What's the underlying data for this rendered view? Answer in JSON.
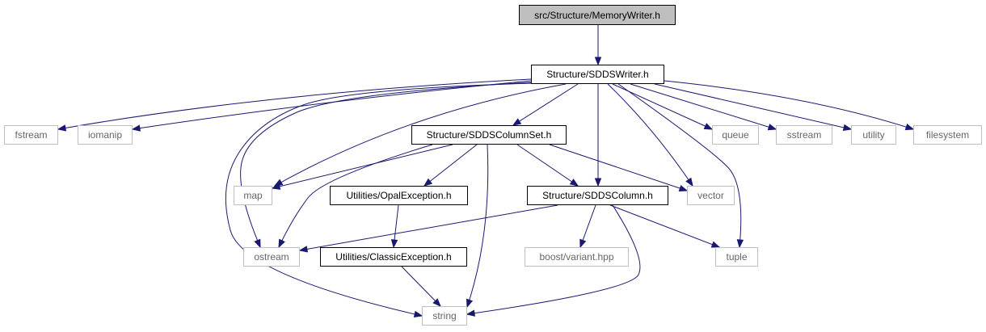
{
  "diagram": {
    "colors": {
      "edge": "#191970",
      "root_fill": "#bfbfbf",
      "internal_border": "#000000",
      "external_border": "#bfbfbf",
      "external_text": "#666666"
    },
    "nodes": [
      {
        "id": "memorywriter",
        "label": "src/Structure/MemoryWriter.h",
        "kind": "root"
      },
      {
        "id": "sddswriter",
        "label": "Structure/SDDSWriter.h",
        "kind": "internal"
      },
      {
        "id": "fstream",
        "label": "fstream",
        "kind": "external"
      },
      {
        "id": "iomanip",
        "label": "iomanip",
        "kind": "external"
      },
      {
        "id": "sddscolumnset",
        "label": "Structure/SDDSColumnSet.h",
        "kind": "internal"
      },
      {
        "id": "queue",
        "label": "queue",
        "kind": "external"
      },
      {
        "id": "sstream",
        "label": "sstream",
        "kind": "external"
      },
      {
        "id": "utility",
        "label": "utility",
        "kind": "external"
      },
      {
        "id": "filesystem",
        "label": "filesystem",
        "kind": "external"
      },
      {
        "id": "map",
        "label": "map",
        "kind": "external"
      },
      {
        "id": "opalexception",
        "label": "Utilities/OpalException.h",
        "kind": "internal"
      },
      {
        "id": "sddscolumn",
        "label": "Structure/SDDSColumn.h",
        "kind": "internal"
      },
      {
        "id": "vector",
        "label": "vector",
        "kind": "external"
      },
      {
        "id": "ostream",
        "label": "ostream",
        "kind": "external"
      },
      {
        "id": "classicexception",
        "label": "Utilities/ClassicException.h",
        "kind": "internal"
      },
      {
        "id": "boostvariant",
        "label": "boost/variant.hpp",
        "kind": "external"
      },
      {
        "id": "tuple",
        "label": "tuple",
        "kind": "external"
      },
      {
        "id": "string",
        "label": "string",
        "kind": "external"
      }
    ],
    "edges": [
      {
        "from": "memorywriter",
        "to": "sddswriter"
      },
      {
        "from": "sddswriter",
        "to": "fstream"
      },
      {
        "from": "sddswriter",
        "to": "iomanip"
      },
      {
        "from": "sddswriter",
        "to": "sddscolumnset"
      },
      {
        "from": "sddswriter",
        "to": "queue"
      },
      {
        "from": "sddswriter",
        "to": "sstream"
      },
      {
        "from": "sddswriter",
        "to": "utility"
      },
      {
        "from": "sddswriter",
        "to": "filesystem"
      },
      {
        "from": "sddswriter",
        "to": "map"
      },
      {
        "from": "sddswriter",
        "to": "sddscolumn"
      },
      {
        "from": "sddswriter",
        "to": "vector"
      },
      {
        "from": "sddswriter",
        "to": "ostream"
      },
      {
        "from": "sddswriter",
        "to": "tuple"
      },
      {
        "from": "sddswriter",
        "to": "string"
      },
      {
        "from": "sddscolumnset",
        "to": "map"
      },
      {
        "from": "sddscolumnset",
        "to": "opalexception"
      },
      {
        "from": "sddscolumnset",
        "to": "sddscolumn"
      },
      {
        "from": "sddscolumnset",
        "to": "vector"
      },
      {
        "from": "sddscolumnset",
        "to": "ostream"
      },
      {
        "from": "sddscolumnset",
        "to": "string"
      },
      {
        "from": "opalexception",
        "to": "classicexception"
      },
      {
        "from": "classicexception",
        "to": "string"
      },
      {
        "from": "sddscolumn",
        "to": "ostream"
      },
      {
        "from": "sddscolumn",
        "to": "boostvariant"
      },
      {
        "from": "sddscolumn",
        "to": "tuple"
      },
      {
        "from": "sddscolumn",
        "to": "string"
      }
    ]
  }
}
